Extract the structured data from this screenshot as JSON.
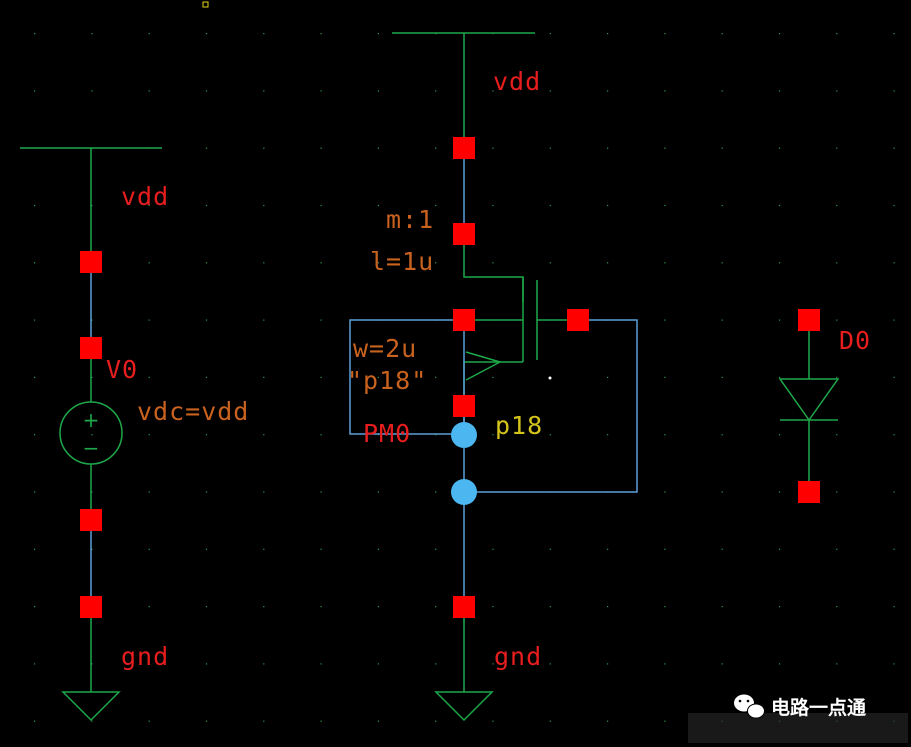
{
  "schematic": {
    "left_branch": {
      "vdd_label": "vdd",
      "source_name": "V0",
      "source_param": "vdc=vdd",
      "gnd_label": "gnd"
    },
    "center_branch": {
      "vdd_label": "vdd",
      "mult_param": "m:1",
      "length_param": "l=1u",
      "width_param": "w=2u",
      "model_quoted": "\"p18\"",
      "instance_name": "PM0",
      "model_name": "p18",
      "gnd_label": "gnd"
    },
    "right_branch": {
      "instance_name": "D0"
    }
  },
  "colors": {
    "background": "#000000",
    "wire": "#1ea84a",
    "net_wire": "#5aa0d8",
    "pin": "#ff0000",
    "dot": "#4bb6f0",
    "label_red": "#e81e1e",
    "label_orange": "#c8621e",
    "label_yellow": "#d4c41c"
  },
  "watermark": {
    "text": "电路一点通",
    "icon": "wechat-icon"
  }
}
